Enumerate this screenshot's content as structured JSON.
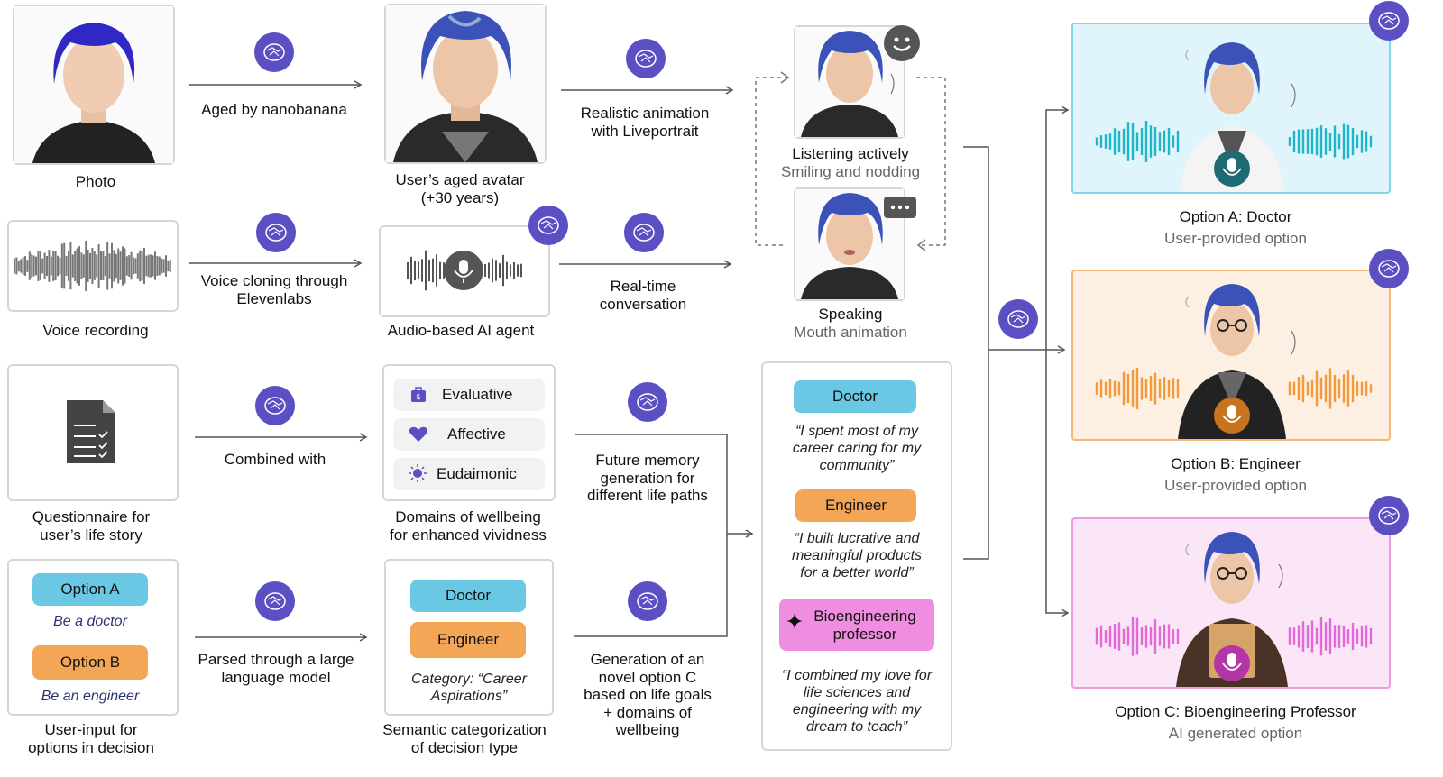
{
  "colors": {
    "brain": "#5b4fc4",
    "doctor_blue": "#6bc8e4",
    "engineer_orange": "#f3a656",
    "professor_pink": "#ef8ee0",
    "wave_teal": "#1fb6c9",
    "wave_orange": "#f39b3c",
    "wave_pink": "#e26ad6"
  },
  "row1": {
    "photo_caption": "Photo",
    "arrow1_label": "Aged by nanobanana",
    "avatar_caption_line1": "User’s aged avatar",
    "avatar_caption_line2": "(+30 years)",
    "arrow2_line1": "Realistic animation",
    "arrow2_line2": "with Liveportrait",
    "listening_title": "Listening actively",
    "listening_sub": "Smiling and nodding",
    "speaking_title": "Speaking",
    "speaking_sub": "Mouth animation"
  },
  "row2": {
    "voice_caption": "Voice recording",
    "arrow1_line1": "Voice cloning through",
    "arrow1_line2": "Elevenlabs",
    "agent_caption": "Audio-based AI agent",
    "arrow2_line1": "Real-time",
    "arrow2_line2": "conversation"
  },
  "row3": {
    "questionnaire_line1": "Questionnaire for",
    "questionnaire_line2": "user’s life story",
    "arrow1_label": "Combined with",
    "domains": [
      "Evaluative",
      "Affective",
      "Eudaimonic"
    ],
    "domains_caption_line1": "Domains of wellbeing",
    "domains_caption_line2": "for enhanced vividness",
    "future_line1": "Future memory",
    "future_line2": "generation for",
    "future_line3": "different life paths"
  },
  "row4": {
    "option_a": "Option A",
    "option_a_desc": "Be a doctor",
    "option_b": "Option B",
    "option_b_desc": "Be an engineer",
    "input_caption_line1": "User-input for",
    "input_caption_line2": "options in decision",
    "arrow1_line1": "Parsed through a large",
    "arrow1_line2": "language model",
    "cat_doctor": "Doctor",
    "cat_engineer": "Engineer",
    "category_line1": "Category: “Career",
    "category_line2": "Aspirations”",
    "semantic_line1": "Semantic categorization",
    "semantic_line2": "of decision type",
    "gen_line1": "Generation of an",
    "gen_line2": "novel option C",
    "gen_line3": "based on life goals",
    "gen_line4": "+ domains of",
    "gen_line5": "wellbeing"
  },
  "memories": {
    "doctor_label": "Doctor",
    "doctor_q1": "“I spent most of my",
    "doctor_q2": "career caring for my",
    "doctor_q3": "community”",
    "engineer_label": "Engineer",
    "engineer_q1": "“I built lucrative and",
    "engineer_q2": "meaningful products",
    "engineer_q3": "for a better world”",
    "prof_label_line1": "Bioengineering",
    "prof_label_line2": "professor",
    "prof_q1": "“I combined my love for",
    "prof_q2": "life sciences and",
    "prof_q3": "engineering with my",
    "prof_q4": "dream to teach”"
  },
  "options": {
    "a_title": "Option A: Doctor",
    "a_sub": "User-provided option",
    "b_title": "Option B: Engineer",
    "b_sub": "User-provided option",
    "c_title": "Option C: Bioengineering Professor",
    "c_sub": "AI generated option"
  }
}
